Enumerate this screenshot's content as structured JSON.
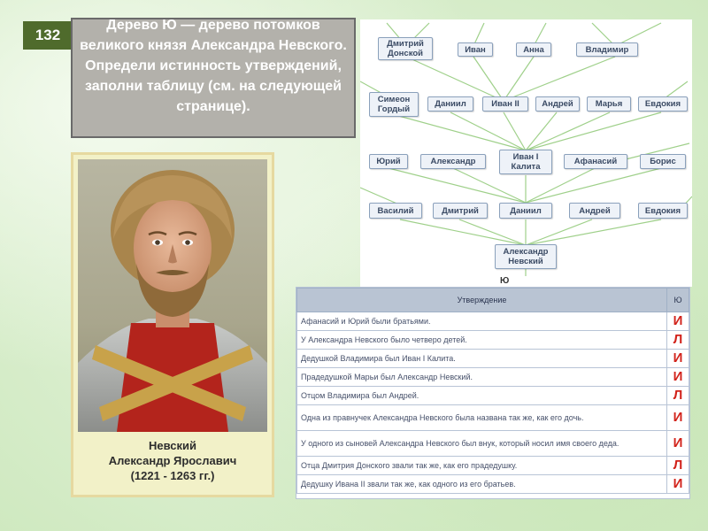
{
  "page": {
    "number": "132"
  },
  "task": {
    "text": "Дерево Ю — дерево потомков великого князя Александра Невского. Определи истинность утверждений, заполни таблицу (см. на следующей странице)."
  },
  "tree": {
    "root_label": "Ю",
    "nodes": {
      "dmitry_donskoy": "Дмитрий Донской",
      "ivan": "Иван",
      "anna": "Анна",
      "vladimir": "Владимир",
      "simeon": "Симеон Гордый",
      "daniil2": "Даниил",
      "ivan2": "Иван II",
      "andrey2": "Андрей",
      "marya": "Марья",
      "evdokiya2": "Евдокия",
      "yury": "Юрий",
      "alexandr": "Александр",
      "ivan1": "Иван I Калита",
      "afanasy": "Афанасий",
      "boris": "Борис",
      "vasily": "Василий",
      "dmitry": "Дмитрий",
      "daniil": "Даниил",
      "andrey": "Андрей",
      "evdokiya": "Евдокия",
      "alexander_nevsky": "Александр Невский"
    }
  },
  "portrait": {
    "caption_line1": "Невский",
    "caption_line2": "Александр Ярославич",
    "caption_line3": "(1221 - 1263 гг.)"
  },
  "table": {
    "header_statement": "Утверждение",
    "header_answer": "Ю",
    "rows": [
      {
        "statement": "Афанасий и Юрий были братьями.",
        "answer": "И"
      },
      {
        "statement": "У Александра Невского было четверо детей.",
        "answer": "Л"
      },
      {
        "statement": "Дедушкой Владимира был Иван I Калита.",
        "answer": "И"
      },
      {
        "statement": "Прадедушкой Марьи был Александр Невский.",
        "answer": "И"
      },
      {
        "statement": "Отцом Владимира был Андрей.",
        "answer": "Л"
      },
      {
        "statement": "Одна из правнучек Александра Невского была названа так же, как его дочь.",
        "answer": "И"
      },
      {
        "statement": "У одного из сыновей Александра Невского был внук, который носил имя своего деда.",
        "answer": "И"
      },
      {
        "statement": "Отца Дмитрия Донского звали так же, как его прадедушку.",
        "answer": "Л"
      },
      {
        "statement": "Дедушку Ивана II звали так же, как одного из его братьев.",
        "answer": "И"
      }
    ]
  },
  "colors": {
    "answer": "#d2231b",
    "page_badge": "#4f6b2c",
    "node_border": "#8aa0bb"
  }
}
